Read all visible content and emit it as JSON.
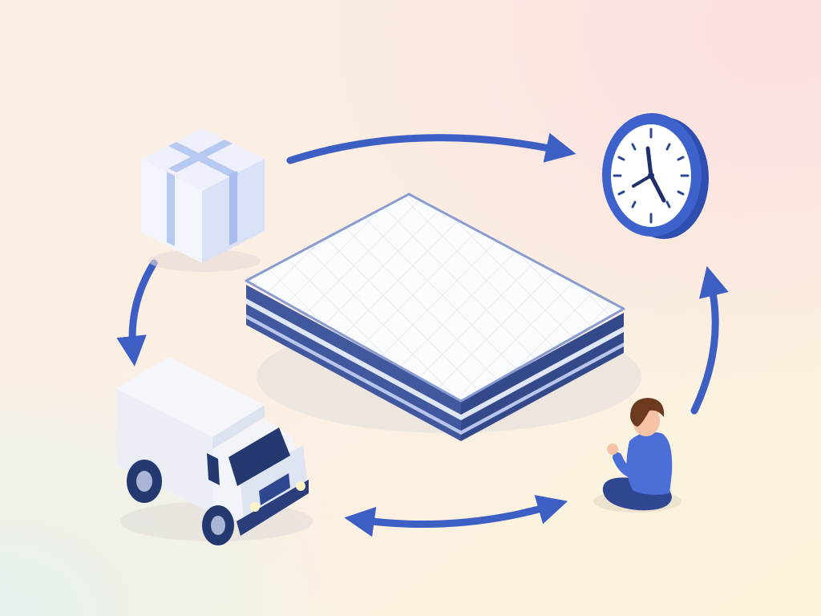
{
  "illustration": {
    "elements": [
      "package-box",
      "delivery-truck",
      "mattress",
      "clock",
      "person-sitting"
    ],
    "icons": {
      "box": "package-icon",
      "truck": "truck-icon",
      "clock": "clock-icon",
      "person": "person-icon",
      "mattress": "mattress-icon"
    },
    "flow_arrows": [
      "box-to-clock",
      "box-to-truck",
      "truck-person-bidirectional",
      "person-to-clock"
    ]
  },
  "colors": {
    "accent": "#3d5fc4",
    "navy": "#2f4690",
    "bg_top_right": "#fbe1e1",
    "bg_left": "#fbeee0",
    "bg_bottom": "#fbf4dc",
    "bg_bottom_left": "#eaf4ea"
  }
}
